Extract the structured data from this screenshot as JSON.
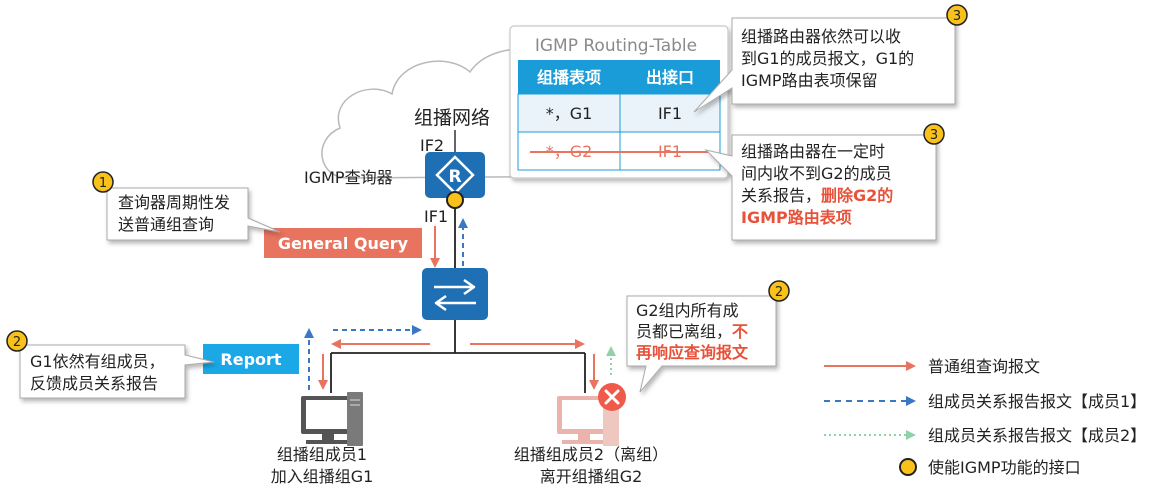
{
  "network": {
    "cloud_label": "组播网络",
    "querier_label": "IGMP查询器",
    "if2": "IF2",
    "if1": "IF1"
  },
  "routing_table": {
    "title": "IGMP Routing-Table",
    "headers": [
      "组播表项",
      "出接口"
    ],
    "rows": [
      {
        "group": "*，G1",
        "iface": "IF1",
        "deleted": false
      },
      {
        "group": "*，G2",
        "iface": "IF1",
        "deleted": true
      }
    ],
    "header_color": "#1a9cd8"
  },
  "callouts": {
    "step1": {
      "badge": "1",
      "lines": [
        "查询器周期性发",
        "送普通组查询"
      ]
    },
    "step2_left": {
      "badge": "2",
      "lines": [
        "G1依然有组成员，",
        "反馈成员关系报告"
      ]
    },
    "step2_right": {
      "badge": "2",
      "line1": "G2组内所有成",
      "line2a": "员都已离组，",
      "line2b": "不",
      "line3": "再响应查询报文"
    },
    "step3_top": {
      "badge": "3",
      "lines": [
        "组播路由器依然可以收",
        "到G1的成员报文，G1的",
        "IGMP路由表项保留"
      ]
    },
    "step3_bottom": {
      "badge": "3",
      "line1": "组播路由器在一定时",
      "line2": "间内收不到G2的成员",
      "line3a": "关系报告，",
      "line3b": "删除G2的",
      "line4": "IGMP路由表项"
    }
  },
  "tags": {
    "general_query": "General Query",
    "report": "Report"
  },
  "hosts": {
    "member1": [
      "组播组成员1",
      "加入组播组G1"
    ],
    "member2": [
      "组播组成员2（离组）",
      "离开组播组G2"
    ]
  },
  "legend": {
    "items": [
      {
        "style": "solid-red",
        "label": "普通组查询报文"
      },
      {
        "style": "dashed-blue",
        "label": "组成员关系报告报文【成员1】"
      },
      {
        "style": "dotted-green",
        "label": "组成员关系报告报文【成员2】"
      },
      {
        "style": "yellow-dot",
        "label": "使能IGMP功能的接口"
      }
    ]
  },
  "colors": {
    "query": "#e8735f",
    "report": "#3b78c4",
    "report2": "#8fd1a8",
    "device": "#1f6fb5",
    "badge": "#f8c21b",
    "highlight": "#e8523a",
    "tag_report": "#1aa8e6"
  }
}
